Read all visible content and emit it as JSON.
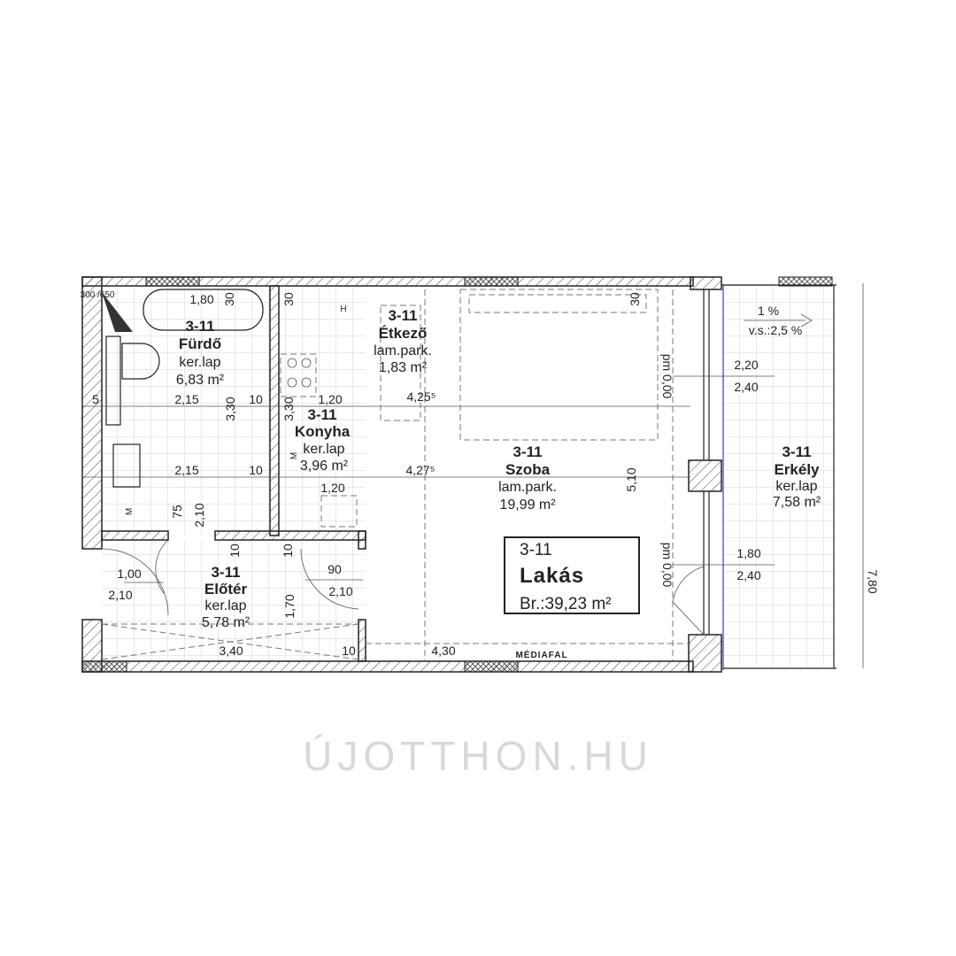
{
  "plan": {
    "watermark": "ÚJOTTHON.HU",
    "apartment": {
      "id": "3-11",
      "name": "Lakás",
      "area": "Br.:39,23 m²"
    },
    "rooms": {
      "furdo": {
        "id": "3-11",
        "name": "Fürdő",
        "floor": "ker.lap",
        "area": "6,83 m²"
      },
      "etkezo": {
        "id": "3-11",
        "name": "Étkező",
        "floor": "lam.park.",
        "area": "1,83 m²"
      },
      "konyha": {
        "id": "3-11",
        "name": "Konyha",
        "floor": "ker.lap",
        "area": "3,96 m²"
      },
      "eloter": {
        "id": "3-11",
        "name": "Előtér",
        "floor": "ker.lap",
        "area": "5,78 m²"
      },
      "szoba": {
        "id": "3-11",
        "name": "Szoba",
        "floor": "lam.park.",
        "area": "19,99 m²"
      },
      "erkely": {
        "id": "3-11",
        "name": "Erkély",
        "floor": "ker.lap",
        "area": "7,58 m²"
      }
    },
    "labels": {
      "vent": "300 /650",
      "bath_len": "1,80",
      "d30a": "30",
      "d30b": "30",
      "d30c": "30",
      "h": "H",
      "d5": "5",
      "w215a": "2,15",
      "w215b": "2,15",
      "h330a": "3,30",
      "h330b": "3,30",
      "d10a": "10",
      "d10b": "10",
      "d10c": "10",
      "d10d": "10",
      "d10e": "10",
      "w120a": "1,20",
      "w120b": "1,20",
      "w4255": "4,25⁵",
      "w4275": "4,27⁵",
      "m1": "M",
      "m2": "M",
      "door75": "75",
      "door210a": "2,10",
      "entry_w": "1,00",
      "entry_h": "2,10",
      "door90": "90",
      "door210b": "2,10",
      "h170": "1,70",
      "w340": "3,40",
      "w430": "4,30",
      "mediafal": "MÉDIAFAL",
      "h510": "5,10",
      "pm1": "pm 0,00",
      "pm2": "pm 0,00",
      "slope": "1 %",
      "slope_vs": "v.s.:2,5 %",
      "win1_w": "2,20",
      "win1_h": "2,40",
      "win2_w": "1,80",
      "win2_h": "2,40",
      "total_depth": "7,80"
    }
  }
}
